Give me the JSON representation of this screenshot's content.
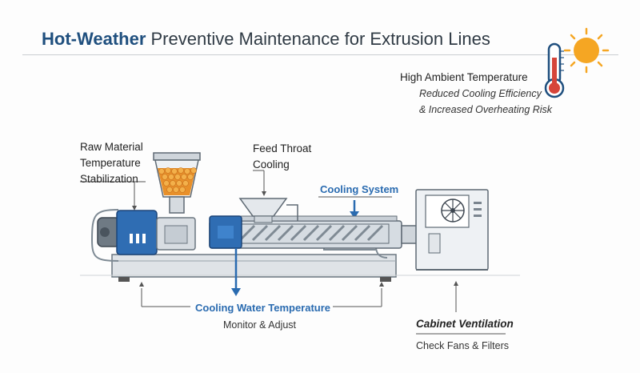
{
  "title": {
    "bold": "Hot-Weather",
    "rest": " Preventive Maintenance for Extrusion Lines"
  },
  "ambient": {
    "heading": "High Ambient Temperature",
    "line1": "Reduced Cooling Efficiency",
    "line2": "& Increased Overheating Risk"
  },
  "raw_material": {
    "line1": "Raw Material",
    "line2": "Temperature",
    "line3": "Stabilization"
  },
  "feed_throat": {
    "line1": "Feed Throat",
    "line2": "Cooling"
  },
  "cooling_system": {
    "label": "Cooling System"
  },
  "cooling_water": {
    "label": "Cooling Water Temperature",
    "sub": "Monitor & Adjust"
  },
  "cabinet": {
    "label": "Cabinet Ventilation",
    "sub": "Check Fans & Filters"
  },
  "icons": [
    "sun-icon",
    "thermometer-icon",
    "fan-icon",
    "hopper-icon",
    "motor-icon"
  ],
  "colors": {
    "accent": "#2a6bb0",
    "title_bold": "#1f4f7e",
    "sun": "#f5a623",
    "pellets": "#e8902a"
  }
}
